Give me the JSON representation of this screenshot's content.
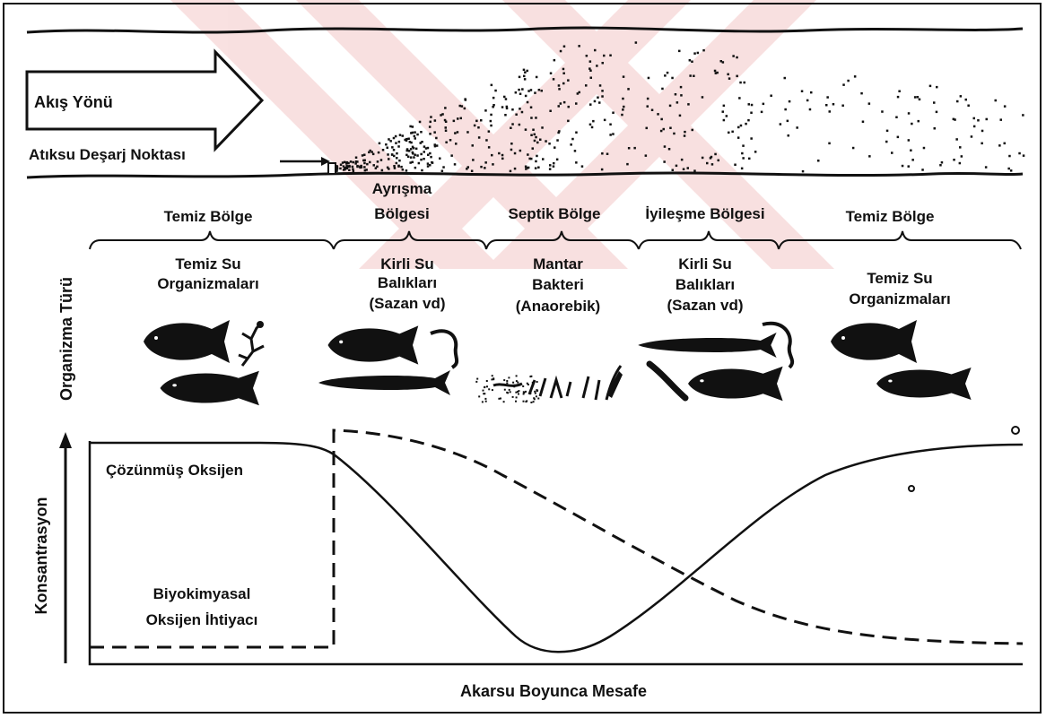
{
  "flow": {
    "direction_label": "Akış Yönü",
    "discharge_label": "Atıksu Deşarj Noktası"
  },
  "zones": [
    {
      "name": "Temiz Bölge"
    },
    {
      "name": "Ayrışma",
      "name2": "Bölgesi"
    },
    {
      "name": "Septik Bölge"
    },
    {
      "name": "İyileşme Bölgesi"
    },
    {
      "name": "Temiz Bölge"
    }
  ],
  "organisms": [
    {
      "lines": [
        "Temiz Su",
        "Organizmaları"
      ]
    },
    {
      "lines": [
        "Kirli Su",
        "Balıkları",
        "(Sazan vd)"
      ]
    },
    {
      "lines": [
        "Mantar",
        "Bakteri",
        "(Anaorebik)"
      ]
    },
    {
      "lines": [
        "Kirli Su",
        "Balıkları",
        "(Sazan vd)"
      ]
    },
    {
      "lines": [
        "Temiz Su",
        "Organizmaları"
      ]
    }
  ],
  "axes": {
    "organism_axis": "Organizma Türü",
    "concentration_axis": "Konsantrasyon",
    "x_axis": "Akarsu Boyunca Mesafe"
  },
  "curves": {
    "dissolved_oxygen": "Çözünmüş Oksijen",
    "bod_line1": "Biyokimyasal",
    "bod_line2": "Oksijen İhtiyacı"
  },
  "colors": {
    "ink": "#111111",
    "watermark": "#f4c8c8",
    "background": "#ffffff"
  }
}
